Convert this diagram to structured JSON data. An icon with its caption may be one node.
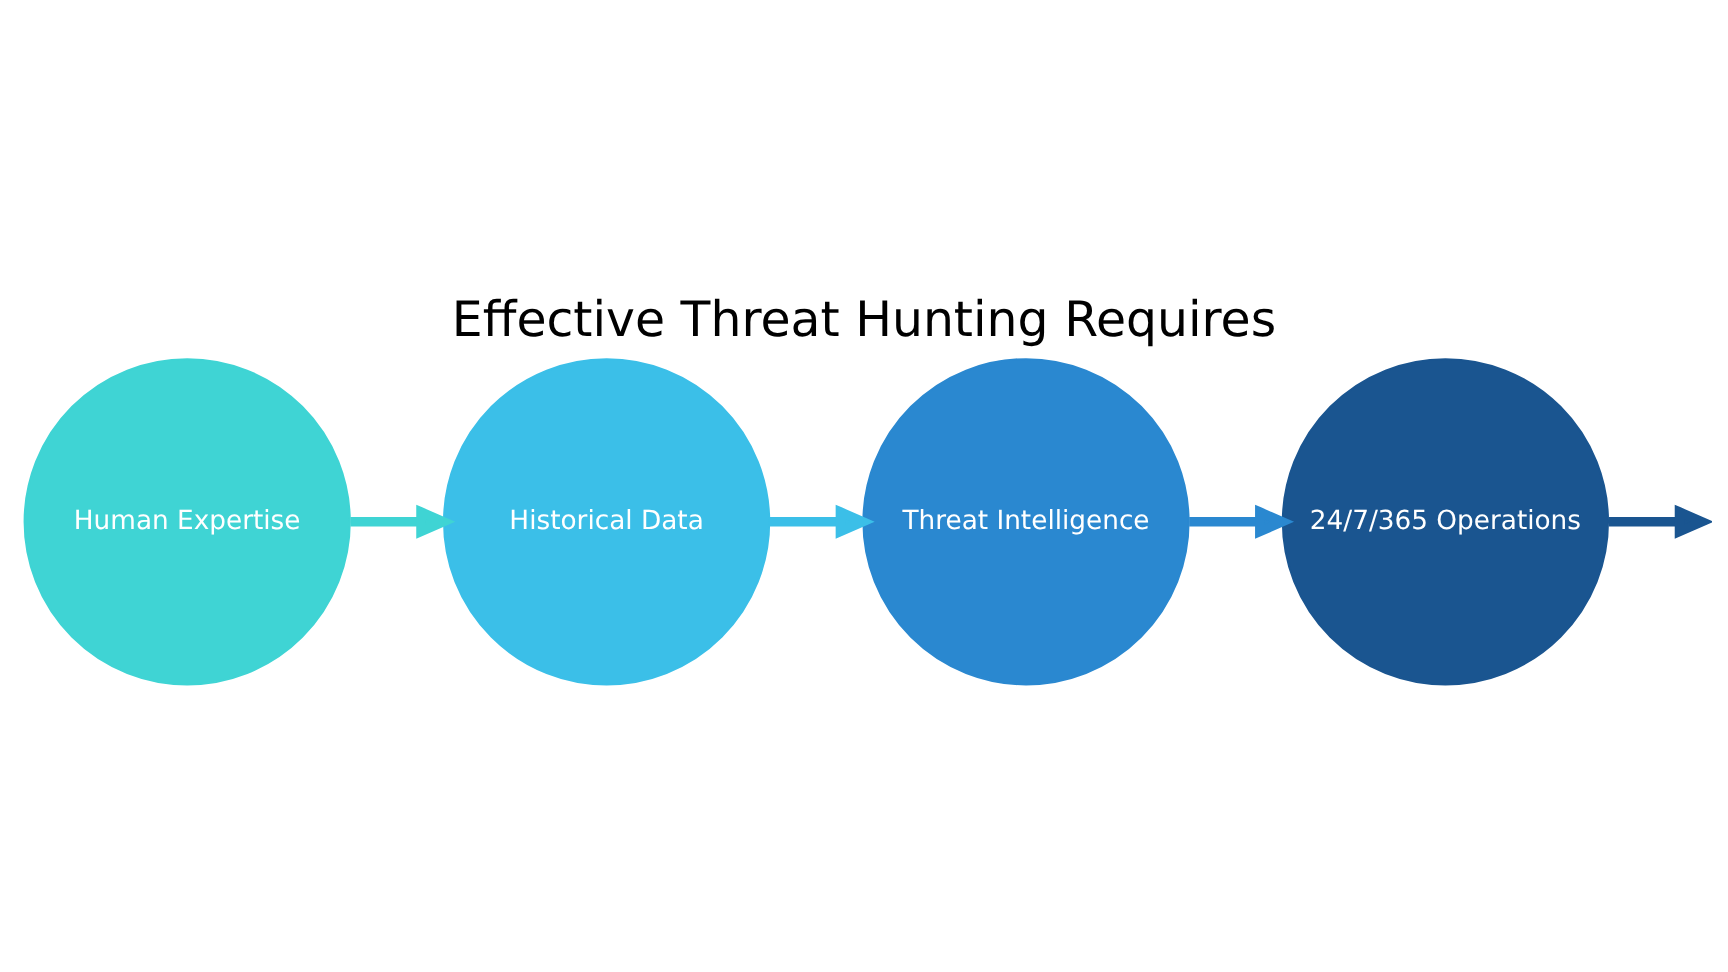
{
  "diagram": {
    "title": "Effective Threat Hunting Requires",
    "nodes": [
      {
        "text": [
          "Human Expertise"
        ]
      },
      {
        "text": [
          "Historical Data"
        ]
      },
      {
        "text": [
          "Threat Intelligence"
        ]
      },
      {
        "text": [
          "24/7/365 Operations"
        ]
      }
    ],
    "edges": [
      {
        "from": 0,
        "to": 1,
        "arrow": "to",
        "color": "#3fd4d4"
      },
      {
        "from": 1,
        "to": 2,
        "arrow": "to",
        "color": "#3bbfe8"
      },
      {
        "from": 2,
        "to": 3,
        "arrow": "to",
        "color": "#2a88d0"
      },
      {
        "from": 3,
        "to": null,
        "arrow": "to",
        "color": "#1a5590"
      }
    ]
  }
}
